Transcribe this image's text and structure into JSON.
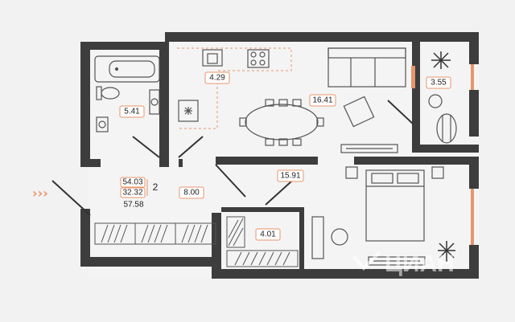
{
  "areas": {
    "bathroom": "5.41",
    "kitchen_niche": "4.29",
    "living_kitchen": "16.41",
    "balcony": "3.55",
    "bedroom": "15.91",
    "hall": "8.00",
    "wardrobe": "4.01"
  },
  "summary": {
    "total_area": "54.03",
    "living_area": "32.32",
    "rooms": "2",
    "with_balcony": "57.58"
  },
  "entrance_arrow": "›››",
  "watermark": "ЦИАН",
  "colors": {
    "wall": "#3d3d3d",
    "background": "#f2f2f2",
    "accent": "#e8956b",
    "line": "#555555"
  }
}
